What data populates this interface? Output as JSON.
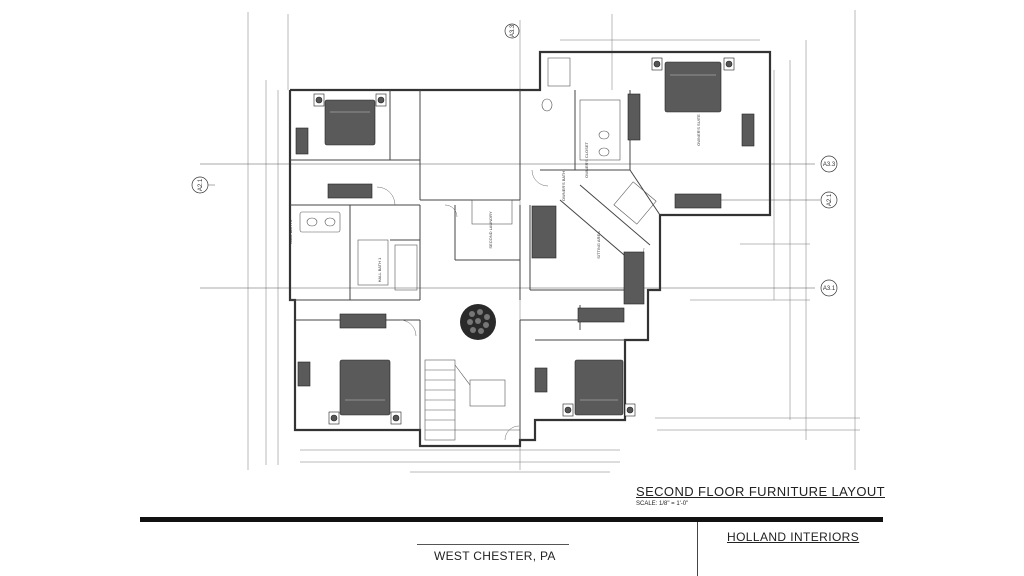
{
  "sheet": {
    "title": "SECOND FLOOR FURNITURE LAYOUT",
    "scale": "SCALE: 1/8\" = 1'-0\"",
    "location": "WEST CHESTER, PA",
    "firm": "HOLLAND INTERIORS"
  },
  "tags": {
    "a33_top": "A3.3",
    "a21_left": "A2.1",
    "a33_right": "A3.3",
    "a21_right": "A2.1",
    "a31_right": "A3.1"
  },
  "room_labels": {
    "owners_suite": "OWNER'S SUITE",
    "owners_bath": "OWNER'S BATH",
    "hall_bath_2": "HALL BATH 2",
    "hall_bath_1": "HALL BATH 1",
    "laundry": "SECOND LAUNDRY",
    "sitting_area": "SITTING AREA",
    "owners_closet": "OWNER'S CLOSET"
  },
  "colors": {
    "line": "#444444",
    "furniture": "#5a5a5a",
    "rug": "#2a2a2a"
  }
}
